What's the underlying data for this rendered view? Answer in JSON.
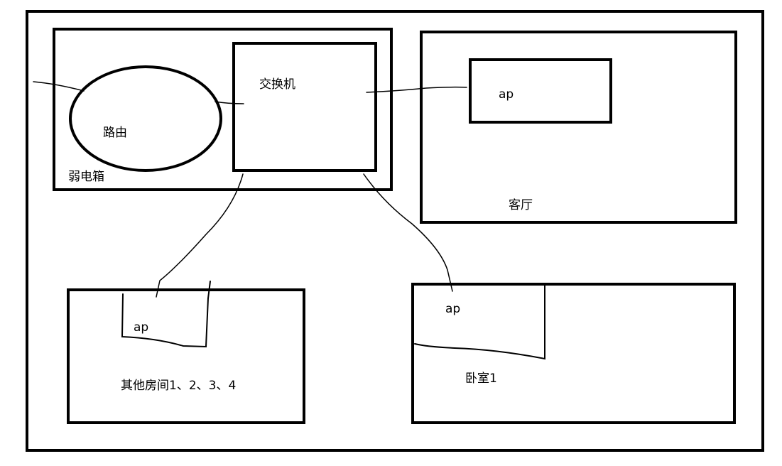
{
  "diagram": {
    "weak_box": {
      "label": "弱电箱"
    },
    "router": {
      "label": "路由"
    },
    "switch": {
      "label": "交换机"
    },
    "living_room": {
      "label": "客厅",
      "ap_label": "ap"
    },
    "other_rooms": {
      "label": "其他房间1、2、3、4",
      "ap_label": "ap"
    },
    "bedroom": {
      "label": "卧室1",
      "ap_label": "ap"
    }
  }
}
